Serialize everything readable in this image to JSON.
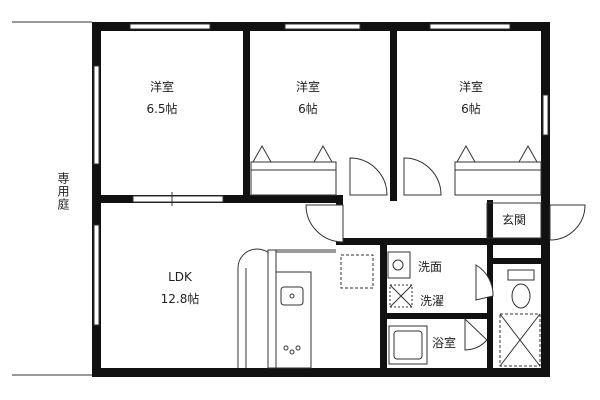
{
  "plan": {
    "garden_label": "専用庭",
    "rooms": [
      {
        "key": "bedroom_1",
        "name": "洋室",
        "size": "6.5帖"
      },
      {
        "key": "bedroom_2",
        "name": "洋室",
        "size": "6帖"
      },
      {
        "key": "bedroom_3",
        "name": "洋室",
        "size": "6帖"
      },
      {
        "key": "ldk",
        "name": "LDK",
        "size": "12.8帖"
      },
      {
        "key": "washroom",
        "name": "洗面"
      },
      {
        "key": "laundry",
        "name": "洗濯"
      },
      {
        "key": "bathroom",
        "name": "浴室"
      },
      {
        "key": "entrance",
        "name": "玄関"
      }
    ]
  },
  "colors": {
    "wall": "#111111",
    "line": "#333333",
    "background": "#ffffff"
  }
}
